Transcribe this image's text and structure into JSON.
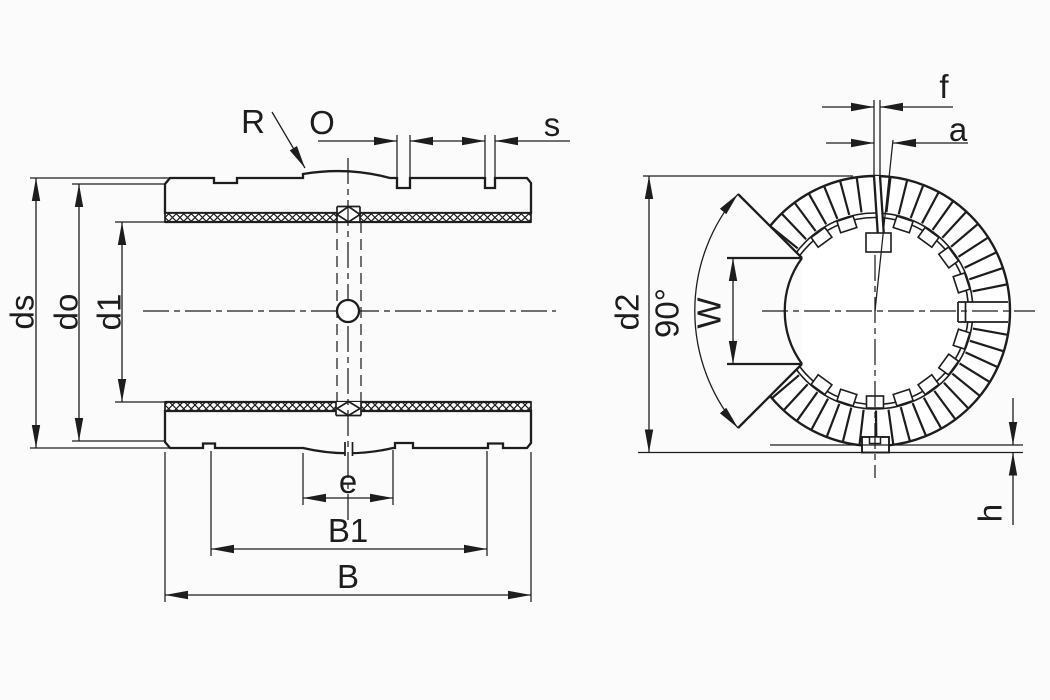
{
  "title": "bearing technical drawing, section view and end view",
  "colors": {
    "line": "#1d1d1d",
    "background": "#fbfbfb"
  },
  "views": {
    "left": "side section view",
    "right": "end view"
  },
  "labels": {
    "R": "R",
    "O": "O",
    "s": "s",
    "ds": "ds",
    "do": "do",
    "d1": "d1",
    "e": "e",
    "B1": "B1",
    "B": "B",
    "d2": "d2",
    "deg90": "90°",
    "W": "W",
    "f": "f",
    "a": "a",
    "h": "h"
  }
}
